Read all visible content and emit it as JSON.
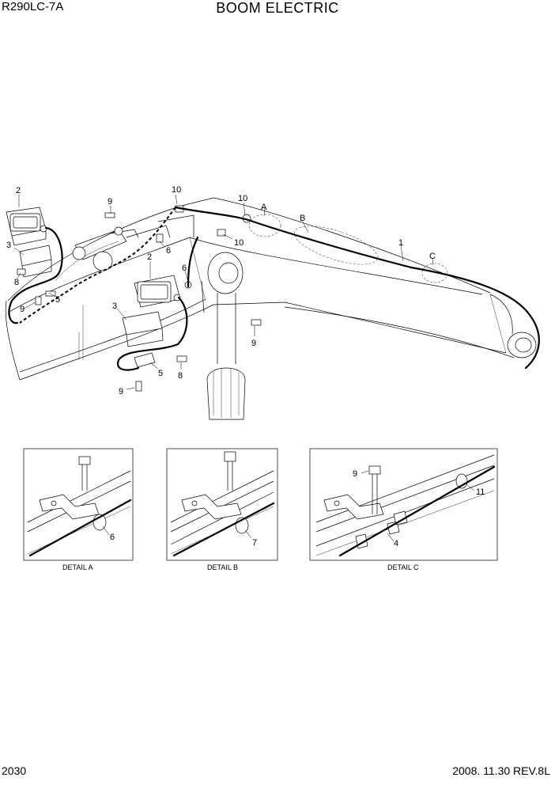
{
  "header": {
    "model": "R290LC-7A",
    "title": "BOOM ELECTRIC"
  },
  "footer": {
    "page": "2030",
    "revision": "2008. 11.30  REV.8L"
  },
  "callouts": {
    "c1": "1",
    "c2a": "2",
    "c2b": "2",
    "c3a": "3",
    "c3b": "3",
    "c4": "4",
    "c5a": "5",
    "c5b": "5",
    "c6a": "6",
    "c6b": "6",
    "c6c": "6",
    "c7": "7",
    "c8a": "8",
    "c8b": "8",
    "c9a": "9",
    "c9b": "9",
    "c9c": "9",
    "c9d": "9",
    "c9e": "9",
    "c10a": "10",
    "c10b": "10",
    "c10c": "10",
    "c11": "11",
    "zoneA": "A",
    "zoneB": "B",
    "zoneC": "C"
  },
  "details": {
    "a": {
      "caption": "DETAIL A"
    },
    "b": {
      "caption": "DETAIL B"
    },
    "c": {
      "caption": "DETAIL C"
    }
  }
}
